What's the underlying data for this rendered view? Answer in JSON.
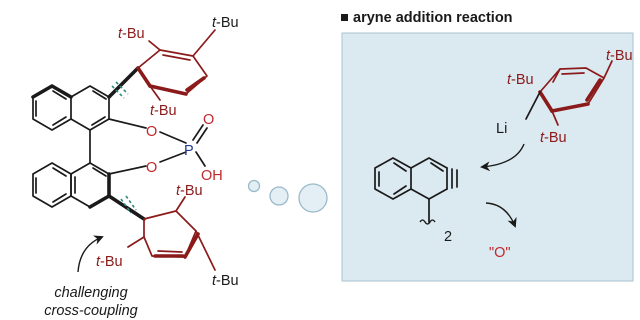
{
  "colors": {
    "bond": "#1a1a1a",
    "aryl": "#8b1a1a",
    "oxygen": "#c0282c",
    "phosphorus": "#1f3c8c",
    "panel_fill": "#dbe9f0",
    "panel_stroke": "#a9c4d2",
    "bubble_fill": "#e3eff5",
    "bubble_stroke": "#9bbac9",
    "disconnect": "#2e8b7a"
  },
  "left": {
    "tbu_label": "t-Bu",
    "t_prefix": "t",
    "bu_suffix": "-Bu",
    "oxygen": "O",
    "phosphorus": "P",
    "hydroxyl": "OH",
    "annotation_line1": "challenging",
    "annotation_line2": "cross-coupling"
  },
  "right": {
    "section_title": "aryne addition reaction",
    "lithium": "Li",
    "oxygen_source": "\"O\"",
    "subscript": "2"
  }
}
